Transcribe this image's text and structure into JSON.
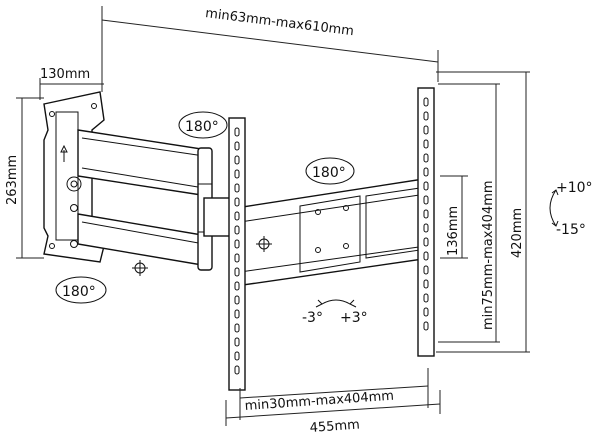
{
  "dimensions": {
    "top_span": "min63mm-max610mm",
    "wall_depth": "130mm",
    "wall_height": "263mm",
    "vertical_spacing": "min75mm-max404mm",
    "vertical_height": "420mm",
    "plate_height": "136mm",
    "horizontal_spacing": "min30mm-max404mm",
    "horizontal_width": "455mm"
  },
  "rotations": {
    "upper_arm": "180°",
    "lower_arm": "180°",
    "center": "180°",
    "tilt_up": "+10°",
    "tilt_down": "-15°",
    "level_left": "-3°",
    "level_right": "+3°"
  },
  "colors": {
    "line": "#111111",
    "background": "#ffffff"
  }
}
